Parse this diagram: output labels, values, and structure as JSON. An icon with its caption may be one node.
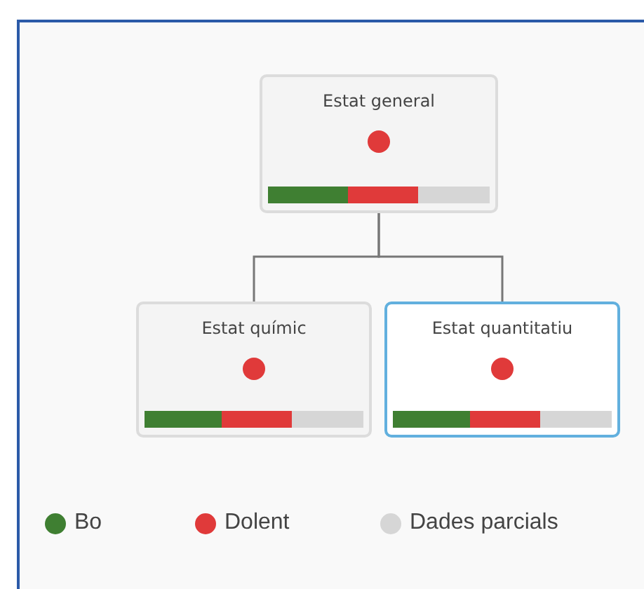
{
  "diagram": {
    "nodes": [
      {
        "text": [
          "Estat general"
        ]
      },
      {
        "text": [
          "Estat químic"
        ]
      },
      {
        "text": [
          "Estat quantitatiu"
        ]
      }
    ],
    "edges": [
      {
        "from": 0,
        "to": 1,
        "arrow": "none"
      },
      {
        "from": 0,
        "to": 2,
        "arrow": "none"
      }
    ],
    "legend": [
      {
        "text": "Bo",
        "color": "#3f7f32"
      },
      {
        "text": "Dolent",
        "color": "#e03a3a"
      },
      {
        "text": "Dades parcials",
        "color": "#d6d6d6"
      }
    ]
  }
}
